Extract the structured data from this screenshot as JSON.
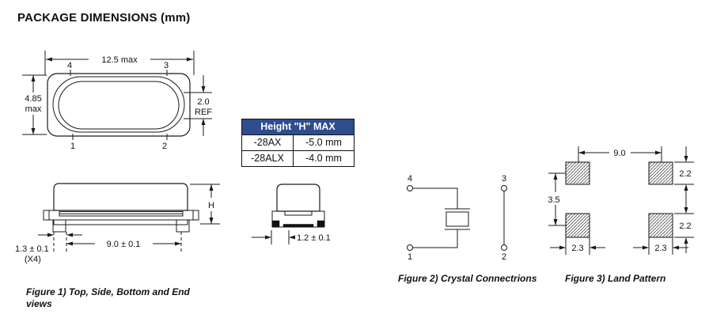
{
  "page": {
    "title": "PACKAGE DIMENSIONS (mm)"
  },
  "figure1": {
    "caption": "Figure 1) Top, Side, Bottom  and End\nviews",
    "top_view": {
      "width_dim": "12.5 max",
      "height_dim_line1": "4.85",
      "height_dim_line2": "max",
      "pad_dim_line1": "2.0",
      "pad_dim_line2": "REF",
      "pin_top_left": "4",
      "pin_top_right": "3",
      "pin_bottom_left": "1",
      "pin_bottom_right": "2"
    },
    "side_view": {
      "height_dim": "H",
      "lead_pitch_dim": "9.0 ± 0.1",
      "foot_width_dim": "1.3 ± 0.1",
      "foot_qty_note": "(X4)"
    },
    "end_view": {
      "foot_width_dim": "1.2 ± 0.1"
    }
  },
  "height_table": {
    "header": "Height \"H\" MAX",
    "header_bg_color": "#2e4d8f",
    "header_text_color": "#ffffff",
    "rows": [
      {
        "model": "-28AX",
        "max_height": "-5.0 mm"
      },
      {
        "model": "-28ALX",
        "max_height": "-4.0 mm"
      }
    ]
  },
  "figure2": {
    "caption": "Figure 2) Crystal Connectrions",
    "pin_top_left": "4",
    "pin_bottom_left": "1",
    "pin_top_right": "3",
    "pin_bottom_right": "2"
  },
  "figure3": {
    "caption": "Figure 3) Land Pattern",
    "pad_pitch_x_dim": "9.0",
    "pad_height_top_dim": "2.2",
    "pad_height_bottom_dim": "2.2",
    "pad_pitch_y_dim": "3.5",
    "pad_width_left_dim": "2.3",
    "pad_width_right_dim": "2.3"
  },
  "line_color": "#1a1a1a"
}
